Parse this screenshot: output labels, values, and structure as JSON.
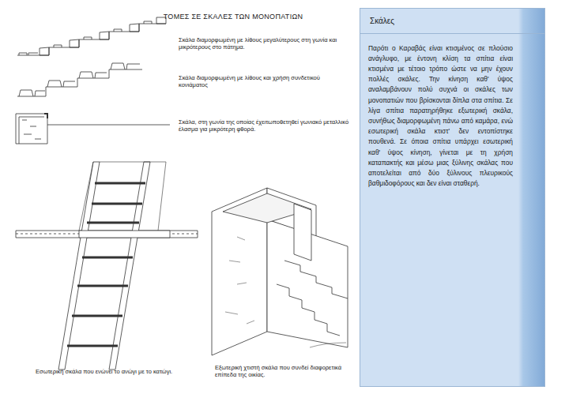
{
  "diagram": {
    "title": "ΤΟΜΕΣ ΣΕ ΣΚΑΛΕΣ ΤΩΝ ΜΟΝΟΠΑΤΙΩΝ",
    "nodes": [
      {
        "text": [
          "Σκάλες",
          "Παρότι ο Καραβάς είναι κτισμένος σε πλούσιο ανάγλυφο, με έντονη κλίση τα σπίτια είναι κτισμένα με τέτοιο τρόπο ώστε να μην έχουν πολλές σκάλες. Την κίνηση καθ' ύψος αναλαμβάνουν πολύ συχνά οι σκάλες των μονοπατιών που βρίσκονται δίπλα στα σπίτια. Σε λίγα σπίτια παρατηρήθηκε εξωτερική σκάλα, συνήθως διαμορφωμένη πάνω από καμάρα, ενώ εσωτερική σκάλα κτιστ' δεν εντοπίστηκε πουθενά. Σε όποια σπίτια υπάρχει εσωτερική καθ' ύψος κίνηση, γίνεται με τη χρήση καταπακτής και μέσω μιας ξύλινης σκάλας που αποτελείται από δύο ξύλινους πλευρικούς βαθμιδοφόρους και δεν είναι σταθερή."
        ]
      }
    ],
    "labels": [
      "Σκάλα διαμορφωμένη με λίθους μεγαλύτερους στη γωνία και μικρότερους στο πάτημα.",
      "Σκάλα διαμορφωμένη με λίθους και χρήση συνδετικού κονιάματος",
      "Σκάλα, στη γωνία της οποίας έχειτωποθετηθεί γωνιακό μεταλλικό έλασμα για μικρότερη φθορά.",
      "Εσωτερική σκάλα που ενώνει το ανώγι με το κατώγι.",
      "Εξωτερική χτιστή σκάλα που συνδεί διαφορετικά επίπεδα της οικίας."
    ]
  }
}
